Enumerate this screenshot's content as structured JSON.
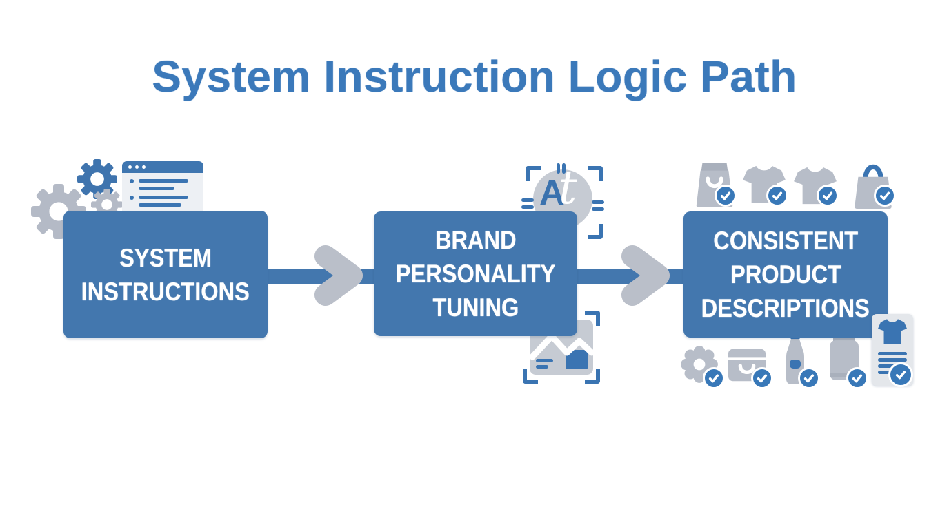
{
  "title": "System Instruction Logic Path",
  "nodes": [
    {
      "label": "SYSTEM INSTRUCTIONS",
      "lines": [
        "SYSTEM",
        "INSTRUCTIONS"
      ]
    },
    {
      "label": "BRAND PERSONALITY TUNING",
      "lines": [
        "BRAND",
        "PERSONALITY",
        "TUNING"
      ]
    },
    {
      "label": "CONSISTENT PRODUCT DESCRIPTIONS",
      "lines": [
        "CONSISTENT",
        "PRODUCT",
        "DESCRIPTIONS"
      ]
    }
  ],
  "connectors": [
    {
      "from": "SYSTEM INSTRUCTIONS",
      "to": "BRAND PERSONALITY TUNING",
      "direction": "right"
    },
    {
      "from": "BRAND PERSONALITY TUNING",
      "to": "CONSISTENT PRODUCT DESCRIPTIONS",
      "direction": "right"
    }
  ],
  "decor": {
    "typography": {
      "letter_a": "A",
      "letter_t": "t"
    },
    "node1_icons": [
      "gear-icon",
      "gear-icon",
      "gear-icon",
      "browser-window-icon"
    ],
    "node2_icons": [
      "typography-frame-icon",
      "image-card-frame-icon"
    ],
    "node3_top_icons": [
      "shopping-bag-icon",
      "tshirt-icon",
      "tshirt-icon",
      "tote-bag-icon"
    ],
    "node3_bottom_icons": [
      "flower-gear-icon",
      "container-icon",
      "bottle-icon",
      "jar-icon",
      "product-sheet-icon"
    ],
    "checkmark": "check-icon"
  },
  "colors": {
    "title_blue": "#3b79ba",
    "box_blue": "#4377ae",
    "icon_blue": "#3a74b2",
    "icon_gray": "#b7bdc8",
    "chevron_gray": "#babfc9",
    "check_blue": "#3878b8",
    "background": "#ffffff"
  }
}
